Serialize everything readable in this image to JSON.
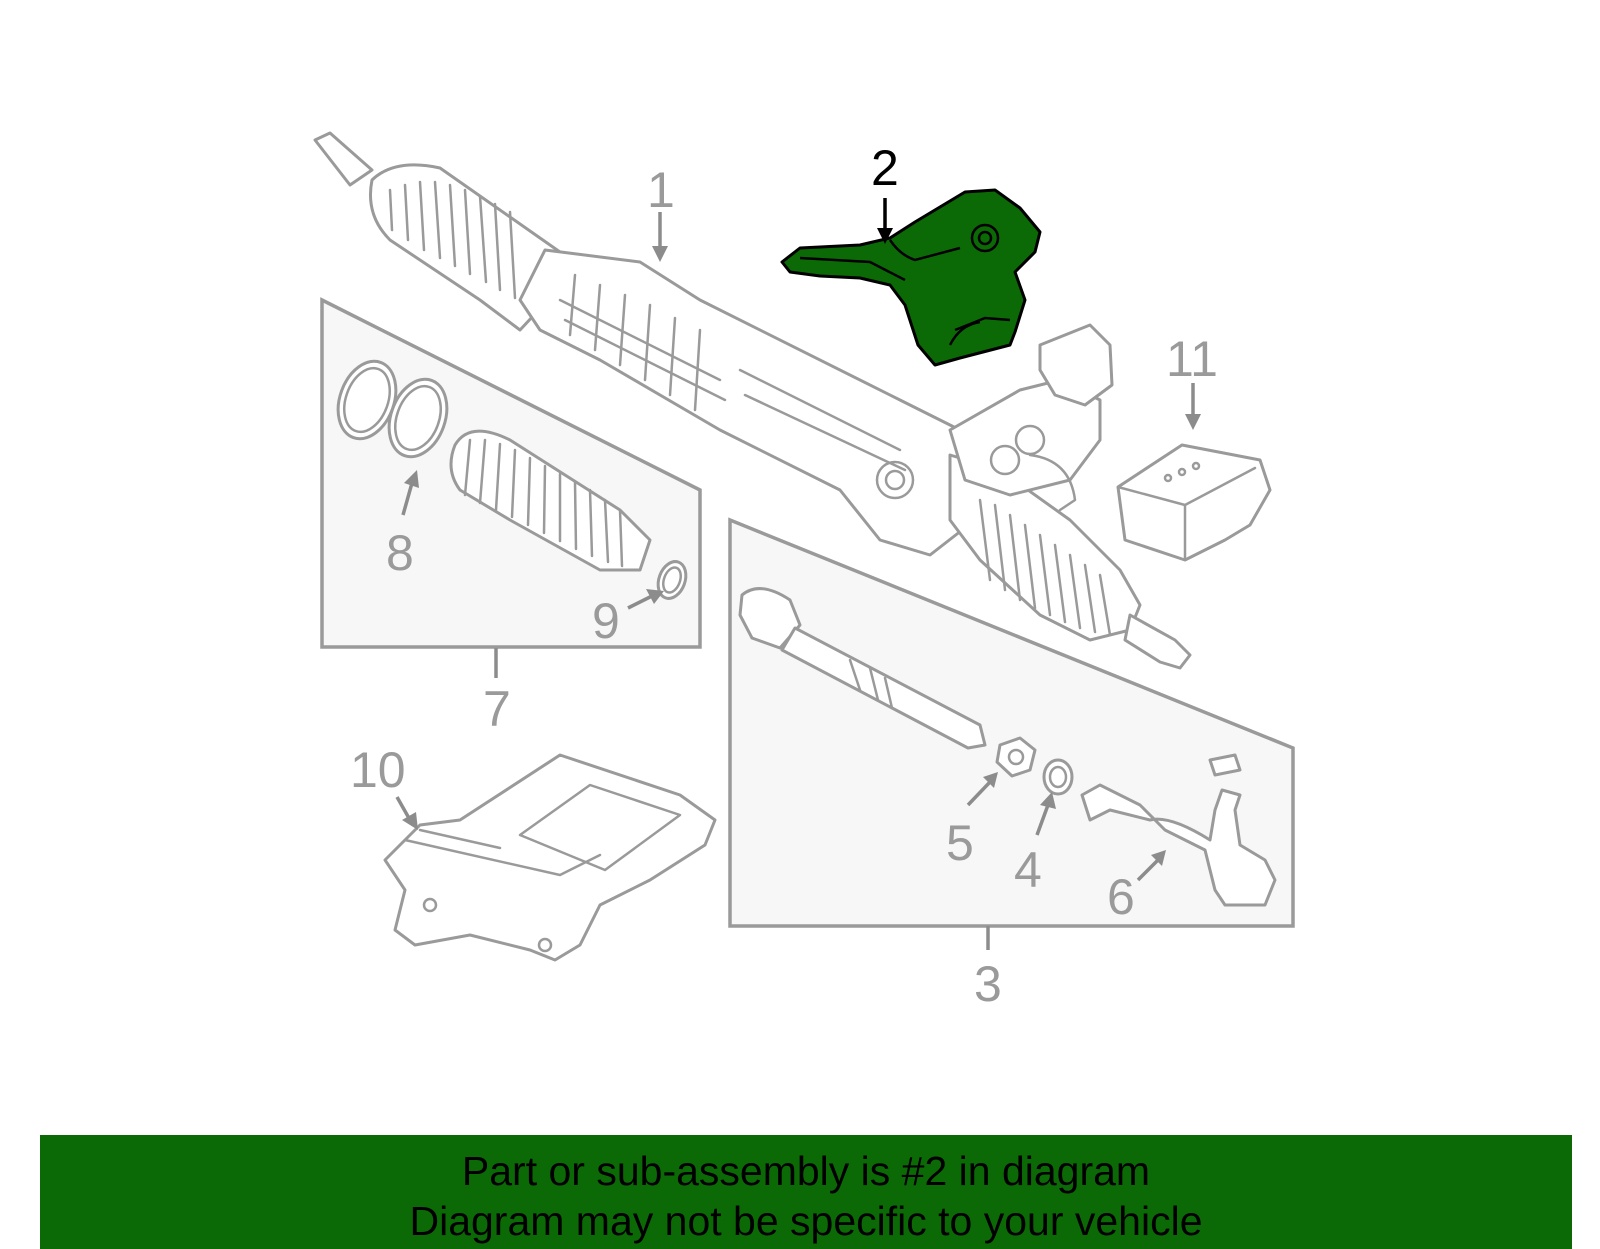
{
  "diagram": {
    "highlighted_part": "2",
    "highlight_color": "#0b6a06",
    "line_color": "#9a9a9a",
    "callouts": [
      "1",
      "2",
      "3",
      "4",
      "5",
      "6",
      "7",
      "8",
      "9",
      "10",
      "11"
    ]
  },
  "banner": {
    "background": "#0b6a06",
    "line1": "Part or sub-assembly is #2 in diagram",
    "line2": "Diagram may not be specific to your vehicle"
  }
}
